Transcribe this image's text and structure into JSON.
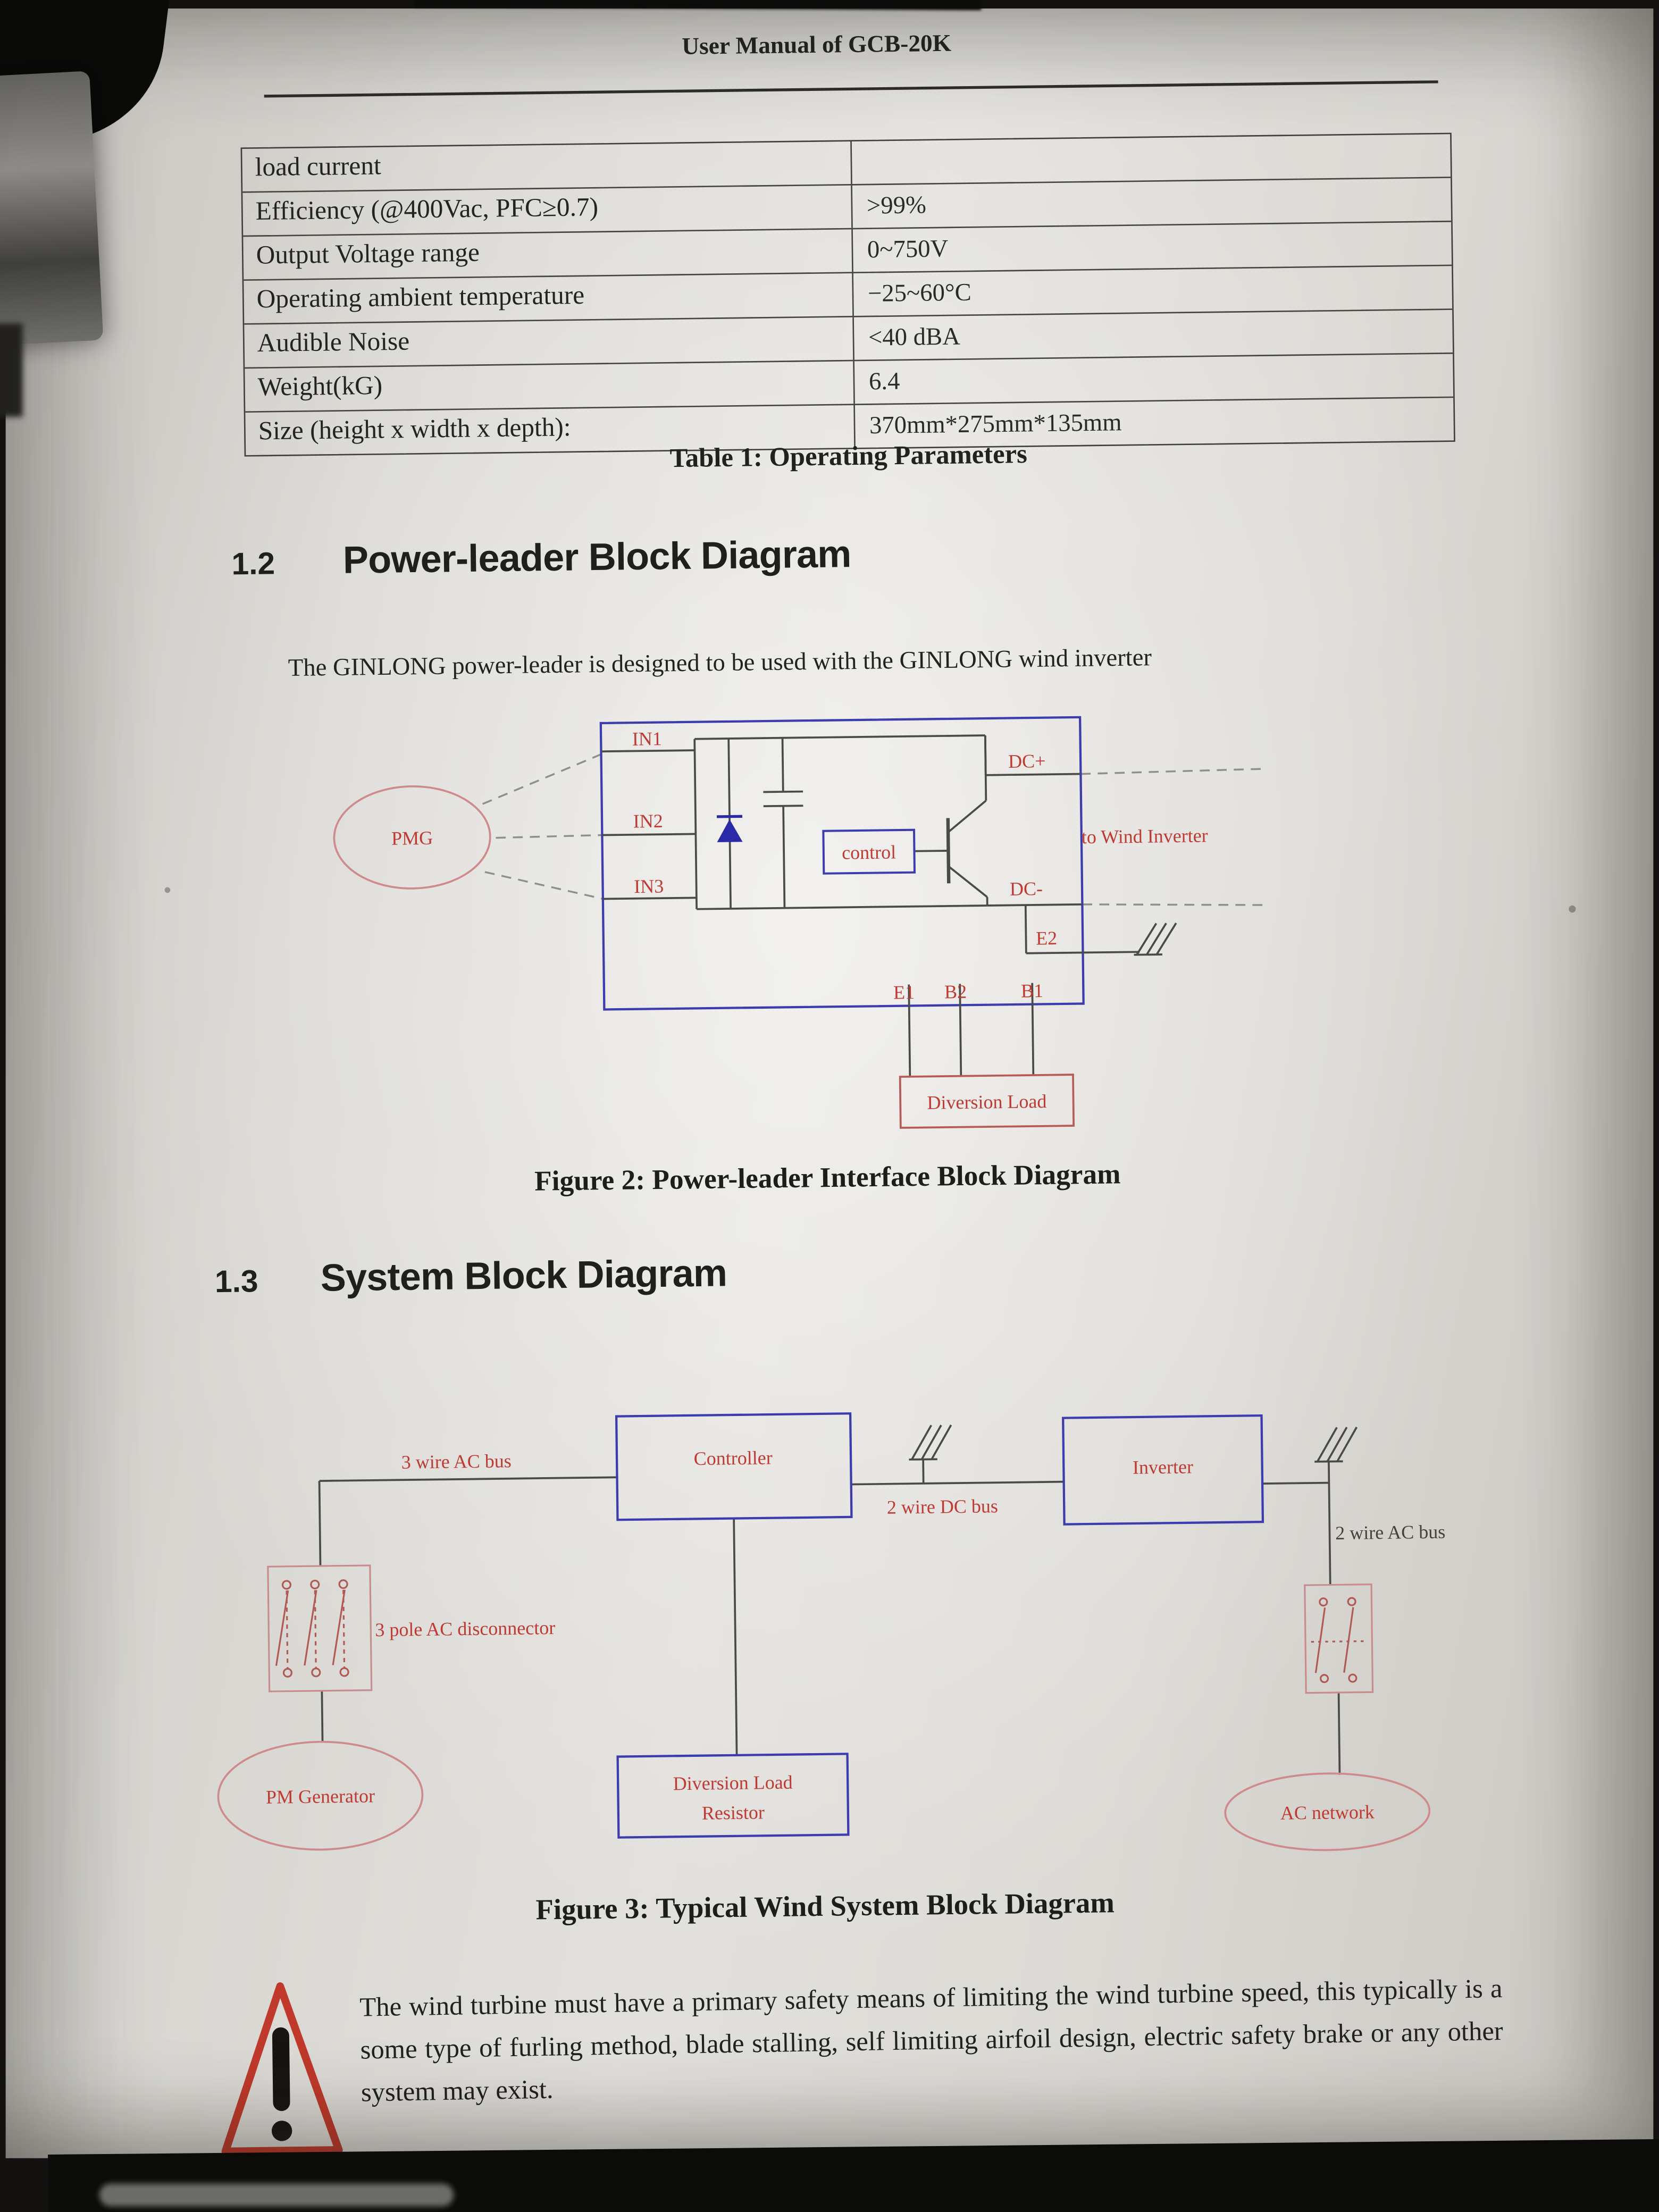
{
  "header": {
    "title": "User Manual of GCB-20K"
  },
  "table1": {
    "caption": "Table 1: Operating Parameters",
    "rows": [
      {
        "label": "load current",
        "value": ""
      },
      {
        "label": "Efficiency (@400Vac, PFC≥0.7)",
        "value": ">99%"
      },
      {
        "label": "Output Voltage range",
        "value": "0~750V"
      },
      {
        "label": "Operating ambient temperature",
        "value": "−25~60°C"
      },
      {
        "label": "Audible Noise",
        "value": "<40 dBA"
      },
      {
        "label": "Weight(kG)",
        "value": "6.4"
      },
      {
        "label": "Size (height x width x depth):",
        "value": "370mm*275mm*135mm"
      }
    ]
  },
  "section_1_2": {
    "number": "1.2",
    "title": "Power-leader Block Diagram",
    "intro": "The GINLONG power-leader is designed to be used with the GINLONG wind inverter"
  },
  "figure2": {
    "caption": "Figure 2: Power-leader Interface Block Diagram",
    "labels": {
      "pmg": "PMG",
      "in1": "IN1",
      "in2": "IN2",
      "in3": "IN3",
      "control": "control",
      "dc_plus": "DC+",
      "dc_minus": "DC-",
      "e2": "E2",
      "e1": "E1",
      "b2": "B2",
      "b1": "B1",
      "to_wind_inverter": "to Wind Inverter",
      "diversion_load": "Diversion Load"
    }
  },
  "section_1_3": {
    "number": "1.3",
    "title": "System Block Diagram"
  },
  "figure3": {
    "caption": "Figure 3: Typical Wind System Block Diagram",
    "labels": {
      "ac_bus_3wire": "3 wire AC bus",
      "controller": "Controller",
      "dc_bus_2wire": "2 wire DC bus",
      "inverter": "Inverter",
      "ac_bus_2wire": "2 wire AC bus",
      "disconnector": "3 pole AC disconnector",
      "pm_generator": "PM Generator",
      "diversion_load_line1": "Diversion Load",
      "diversion_load_line2": "Resistor",
      "ac_network": "AC network"
    }
  },
  "warning": {
    "text": "The wind turbine must have a primary safety means of limiting the wind turbine speed, this typically is a some type of furling method, blade stalling, self limiting airfoil design, electric safety brake or any other system may exist."
  }
}
